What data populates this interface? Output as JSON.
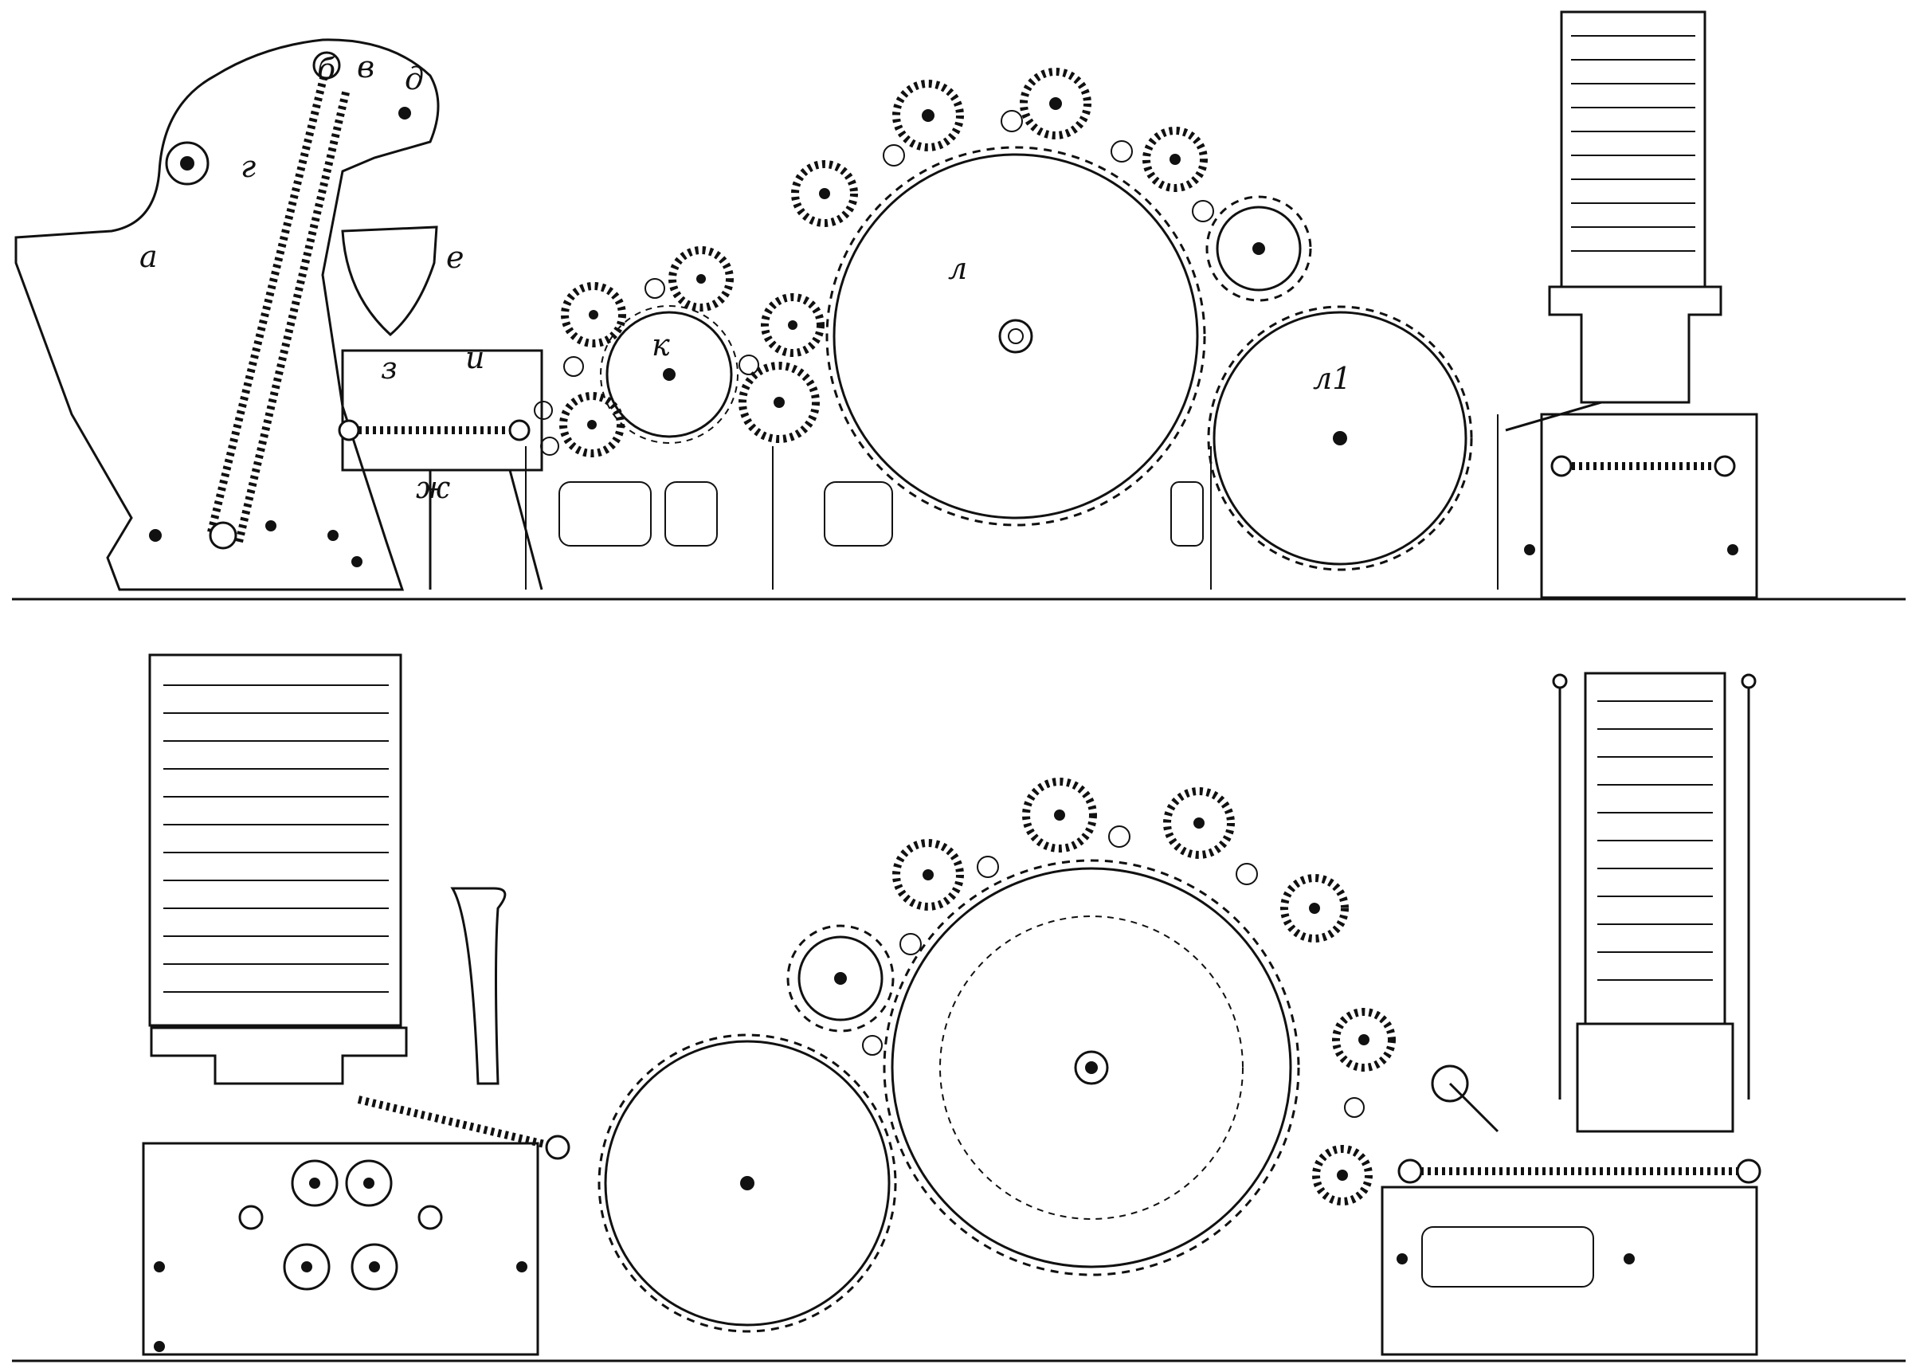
{
  "figure": {
    "top_view": {
      "labels": {
        "a": "а",
        "b": "б",
        "v": "в",
        "g": "г",
        "d": "д",
        "e": "е",
        "z": "з",
        "i": "и",
        "zh": "ж",
        "k": "к",
        "l": "л",
        "l1": "л1"
      }
    },
    "bottom_view": {
      "labels": {}
    }
  }
}
